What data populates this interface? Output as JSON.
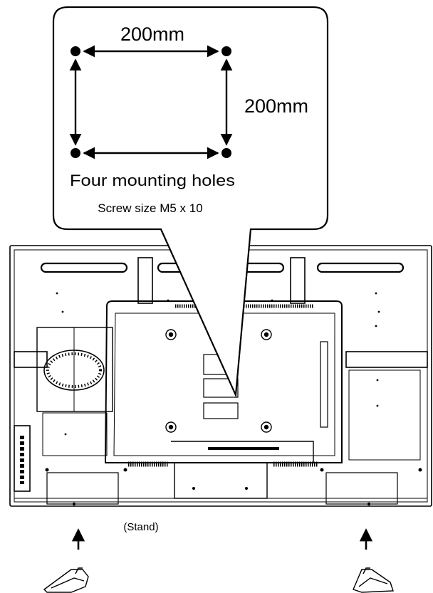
{
  "callout": {
    "horizontal_spacing": "200mm",
    "vertical_spacing": "200mm",
    "holes_label": "Four mounting holes",
    "screw_label": "Screw size M5 x 10"
  },
  "stand_label": "(Stand)",
  "colors": {
    "line": "#000000",
    "background": "#ffffff"
  },
  "icons": [
    "mounting-hole-dot",
    "dimension-arrow",
    "up-arrow",
    "stand-foot"
  ]
}
